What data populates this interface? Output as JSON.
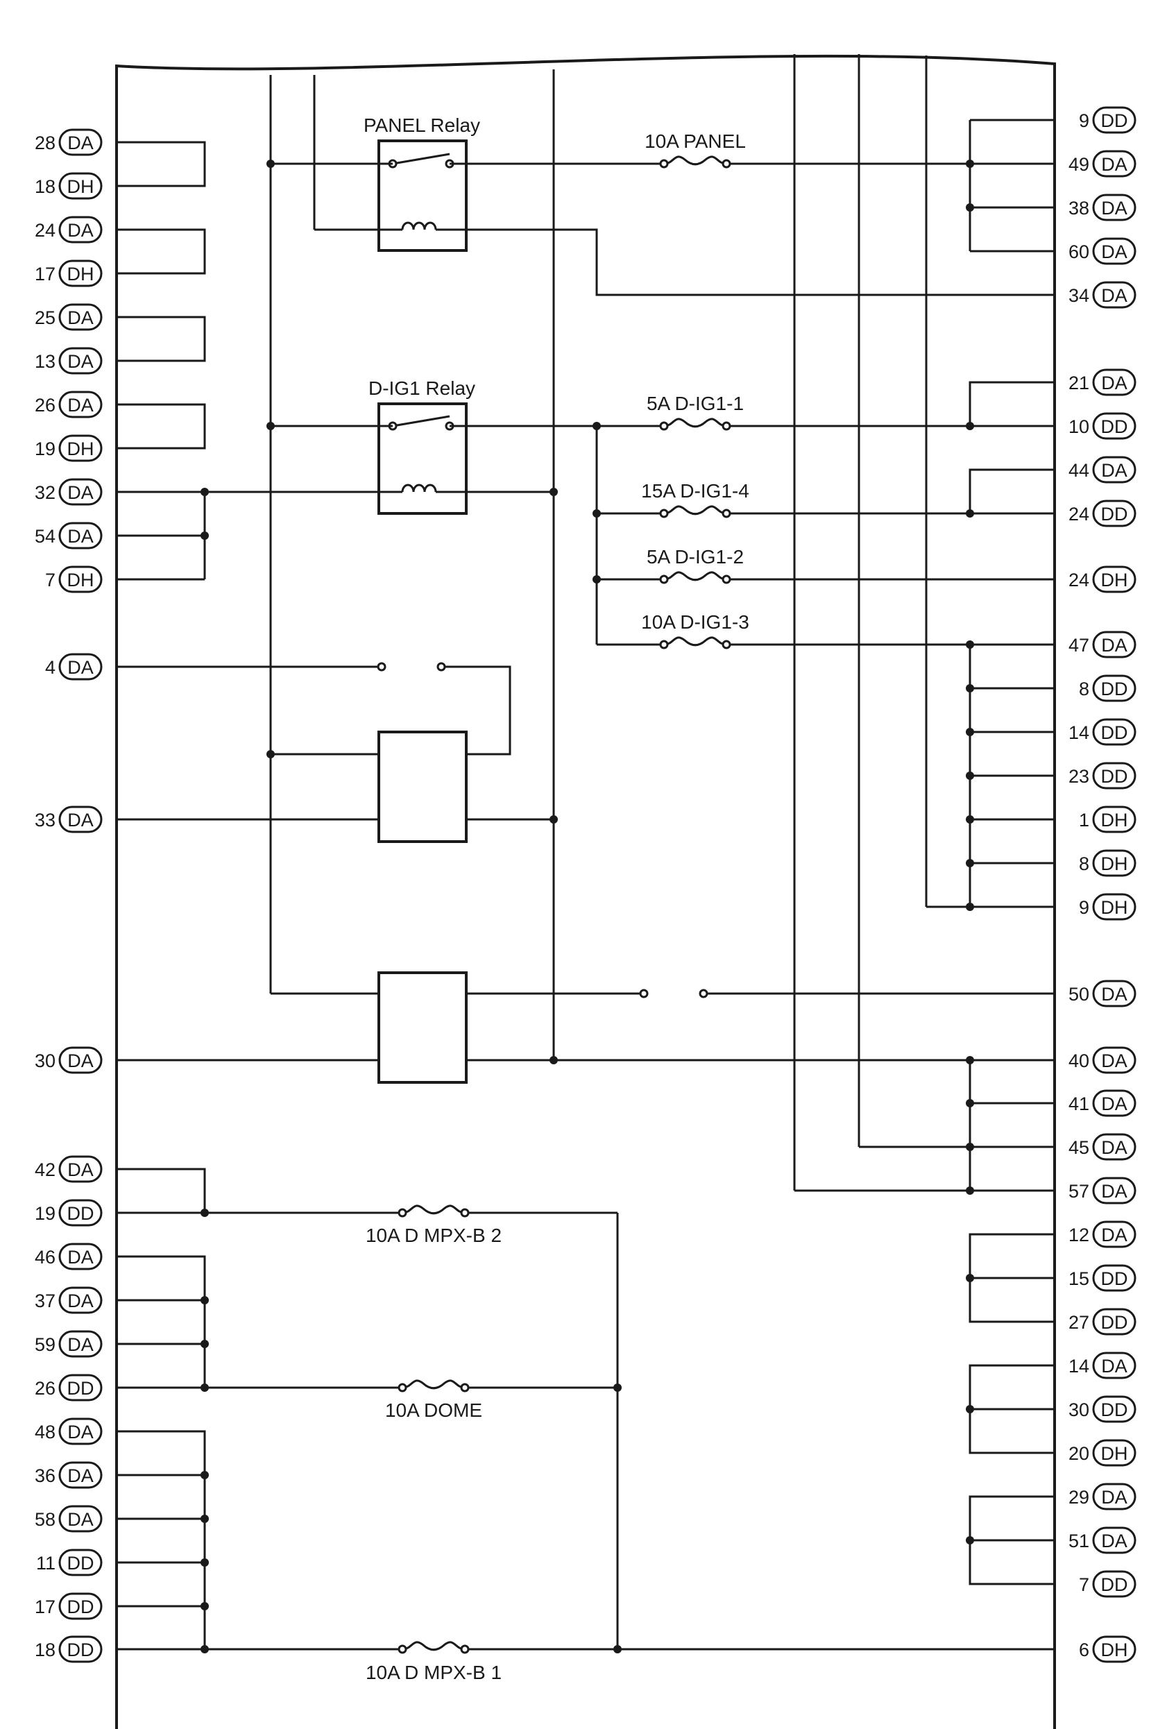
{
  "colors": {
    "ink": "#1a1a1a",
    "background": "#ffffff"
  },
  "labels": {
    "panel_relay": "PANEL Relay",
    "dig1_relay": "D-IG1 Relay",
    "fuse_panel": "10A PANEL",
    "fuse_dig1_1": "5A D-IG1-1",
    "fuse_dig1_4": "15A D-IG1-4",
    "fuse_dig1_2": "5A D-IG1-2",
    "fuse_dig1_3": "10A D-IG1-3",
    "fuse_mpxb2": "10A D MPX-B 2",
    "fuse_dome": "10A DOME",
    "fuse_mpxb1": "10A D MPX-B 1"
  },
  "left_pins": [
    {
      "num": "28",
      "code": "DA"
    },
    {
      "num": "18",
      "code": "DH"
    },
    {
      "num": "24",
      "code": "DA"
    },
    {
      "num": "17",
      "code": "DH"
    },
    {
      "num": "25",
      "code": "DA"
    },
    {
      "num": "13",
      "code": "DA"
    },
    {
      "num": "26",
      "code": "DA"
    },
    {
      "num": "19",
      "code": "DH"
    },
    {
      "num": "32",
      "code": "DA"
    },
    {
      "num": "54",
      "code": "DA"
    },
    {
      "num": "7",
      "code": "DH"
    },
    {
      "num": "4",
      "code": "DA"
    },
    {
      "num": "33",
      "code": "DA"
    },
    {
      "num": "30",
      "code": "DA"
    },
    {
      "num": "42",
      "code": "DA"
    },
    {
      "num": "19",
      "code": "DD"
    },
    {
      "num": "46",
      "code": "DA"
    },
    {
      "num": "37",
      "code": "DA"
    },
    {
      "num": "59",
      "code": "DA"
    },
    {
      "num": "26",
      "code": "DD"
    },
    {
      "num": "48",
      "code": "DA"
    },
    {
      "num": "36",
      "code": "DA"
    },
    {
      "num": "58",
      "code": "DA"
    },
    {
      "num": "11",
      "code": "DD"
    },
    {
      "num": "17",
      "code": "DD"
    },
    {
      "num": "18",
      "code": "DD"
    }
  ],
  "right_pins": [
    {
      "num": "9",
      "code": "DD"
    },
    {
      "num": "49",
      "code": "DA"
    },
    {
      "num": "38",
      "code": "DA"
    },
    {
      "num": "60",
      "code": "DA"
    },
    {
      "num": "34",
      "code": "DA"
    },
    {
      "num": "21",
      "code": "DA"
    },
    {
      "num": "10",
      "code": "DD"
    },
    {
      "num": "44",
      "code": "DA"
    },
    {
      "num": "24",
      "code": "DD"
    },
    {
      "num": "24",
      "code": "DH"
    },
    {
      "num": "47",
      "code": "DA"
    },
    {
      "num": "8",
      "code": "DD"
    },
    {
      "num": "14",
      "code": "DD"
    },
    {
      "num": "23",
      "code": "DD"
    },
    {
      "num": "1",
      "code": "DH"
    },
    {
      "num": "8",
      "code": "DH"
    },
    {
      "num": "9",
      "code": "DH"
    },
    {
      "num": "50",
      "code": "DA"
    },
    {
      "num": "40",
      "code": "DA"
    },
    {
      "num": "41",
      "code": "DA"
    },
    {
      "num": "45",
      "code": "DA"
    },
    {
      "num": "57",
      "code": "DA"
    },
    {
      "num": "12",
      "code": "DA"
    },
    {
      "num": "15",
      "code": "DD"
    },
    {
      "num": "27",
      "code": "DD"
    },
    {
      "num": "14",
      "code": "DA"
    },
    {
      "num": "30",
      "code": "DD"
    },
    {
      "num": "20",
      "code": "DH"
    },
    {
      "num": "29",
      "code": "DA"
    },
    {
      "num": "51",
      "code": "DA"
    },
    {
      "num": "7",
      "code": "DD"
    },
    {
      "num": "6",
      "code": "DH"
    }
  ]
}
